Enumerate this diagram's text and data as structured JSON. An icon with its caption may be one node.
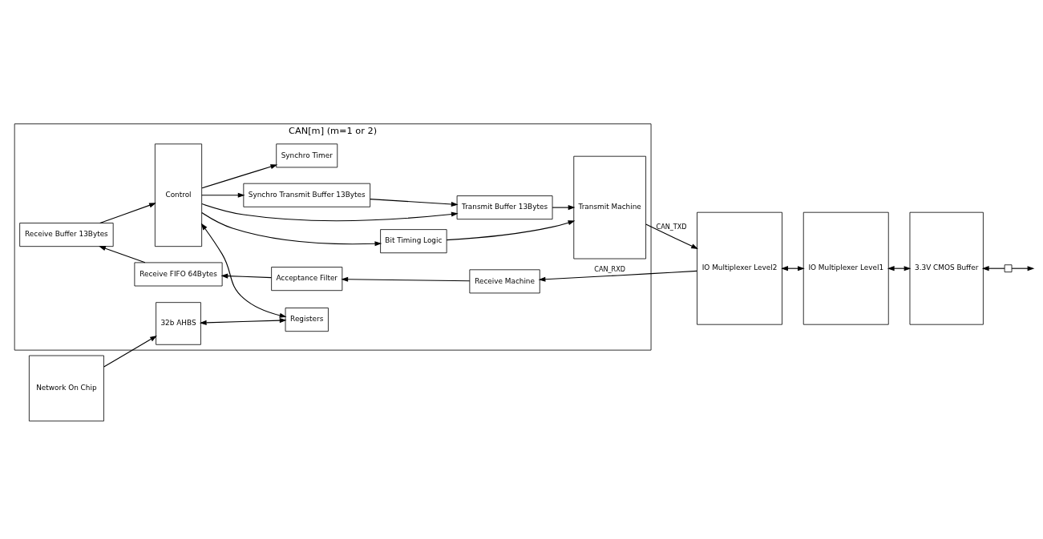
{
  "diagram": {
    "nodes": [
      {
        "text": [
          "CAN[m] (m=1 or 2)"
        ]
      },
      {
        "text": [
          "Receive Buffer 13Bytes"
        ],
        "in": 0
      },
      {
        "text": [
          "Receive FIFO 64Bytes"
        ],
        "in": 0
      },
      {
        "text": [
          "Acceptance Filter"
        ],
        "in": 0
      },
      {
        "text": [
          "Receive Machine"
        ],
        "in": 0
      },
      {
        "text": [
          "Control"
        ],
        "in": 0
      },
      {
        "text": [
          "Transmit Buffer 13Bytes"
        ],
        "in": 0
      },
      {
        "text": [
          "Synchro Transmit Buffer 13Bytes"
        ],
        "in": 0
      },
      {
        "text": [
          "Synchro Timer"
        ],
        "in": 0
      },
      {
        "text": [
          "Bit Timing Logic"
        ],
        "in": 0
      },
      {
        "text": [
          "Transmit Machine"
        ],
        "in": 0
      },
      {
        "text": [
          "32b AHBS"
        ],
        "in": 0
      },
      {
        "text": [
          "Registers"
        ],
        "in": 0
      },
      {
        "text": [
          "Network On Chip"
        ]
      },
      {
        "text": [
          "IO Multiplexer Level2"
        ]
      },
      {
        "text": [
          "IO Multiplexer Level1"
        ]
      },
      {
        "text": [
          "3.3V CMOS Buffer"
        ]
      },
      {
        "text": [],
        "shape": "box"
      }
    ],
    "edges": [
      {
        "from": 4,
        "to": 3,
        "arrow": "to"
      },
      {
        "from": 3,
        "to": 2,
        "arrow": "to"
      },
      {
        "from": 2,
        "to": 1,
        "arrow": "to"
      },
      {
        "from": 1,
        "to": 5,
        "arrow": "to"
      },
      {
        "from": 5,
        "to": 6,
        "arrow": "to"
      },
      {
        "from": 5,
        "to": 7,
        "arrow": "to"
      },
      {
        "from": 7,
        "to": 6,
        "arrow": "to"
      },
      {
        "from": 5,
        "to": 8,
        "arrow": "to"
      },
      {
        "from": 5,
        "to": 9,
        "arrow": "to"
      },
      {
        "from": 6,
        "to": 10,
        "arrow": "to"
      },
      {
        "from": 9,
        "to": 10,
        "arrow": "to"
      },
      {
        "from": 14,
        "to": 4,
        "arrow": "to",
        "label": "CAN_RXD"
      },
      {
        "from": 10,
        "to": 14,
        "arrow": "to",
        "label": "CAN_TXD"
      },
      {
        "from": 14,
        "to": 15,
        "arrow": "both"
      },
      {
        "from": 15,
        "to": 16,
        "arrow": "both"
      },
      {
        "from": 17,
        "to": 16,
        "arrow": "to"
      },
      {
        "from": 17,
        "to": null,
        "arrow": "to"
      },
      {
        "from": 13,
        "to": 11,
        "arrow": "to"
      },
      {
        "from": 11,
        "to": 12,
        "arrow": "both"
      },
      {
        "from": 5,
        "to": 12,
        "arrow": "both"
      }
    ]
  }
}
